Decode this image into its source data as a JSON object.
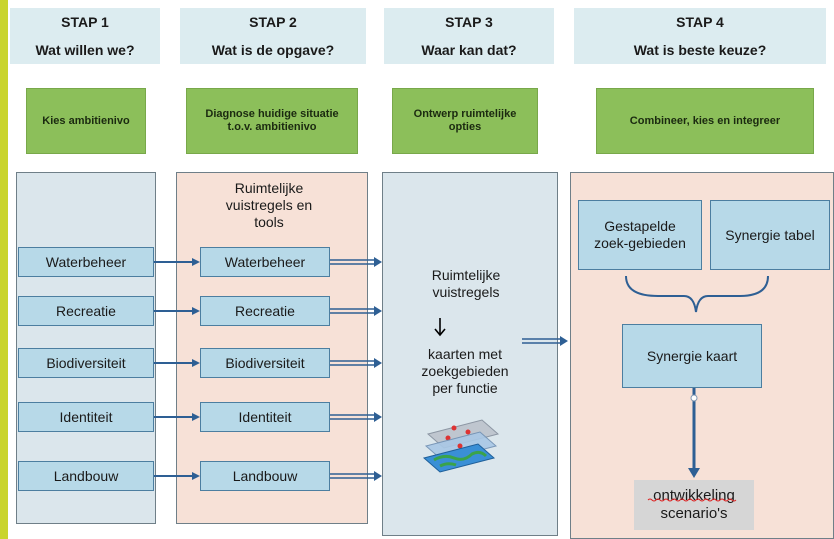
{
  "steps": [
    {
      "title": "STAP 1",
      "question": "Wat willen we?",
      "action": "Kies ambitienivo"
    },
    {
      "title": "STAP 2",
      "question": "Wat is de opgave?",
      "action": "Diagnose huidige situatie t.o.v. ambitienivo"
    },
    {
      "title": "STAP 3",
      "question": "Waar kan dat?",
      "action": "Ontwerp ruimtelijke opties"
    },
    {
      "title": "STAP 4",
      "question": "Wat is beste keuze?",
      "action": "Combineer, kies en integreer"
    }
  ],
  "col1_items": [
    "Waterbeheer",
    "Recreatie",
    "Biodiversiteit",
    "Identiteit",
    "Landbouw"
  ],
  "col2_header": "Ruimtelijke vuistregels en tools",
  "col2_items": [
    "Waterbeheer",
    "Recreatie",
    "Biodiversiteit",
    "Identiteit",
    "Landbouw"
  ],
  "col3": {
    "top_text": "Ruimtelijke vuistregels",
    "bottom_text": "kaarten met zoekgebieden per functie",
    "icon": "layered-map-icon"
  },
  "col4": {
    "box_left": "Gestapelde zoek-gebieden",
    "box_right": "Synergie tabel",
    "synergy_map": "Synergie kaart",
    "scenarios": "ontwikkeling scenario's"
  },
  "colors": {
    "frame": "#c9d42c",
    "header_bg": "#dcecf0",
    "action_bg": "#8cbf5a",
    "col_blue": "#dbe6ec",
    "col_pink": "#f7e1d7",
    "item_bg": "#b7d9e8",
    "arrow": "#2e5f94"
  }
}
